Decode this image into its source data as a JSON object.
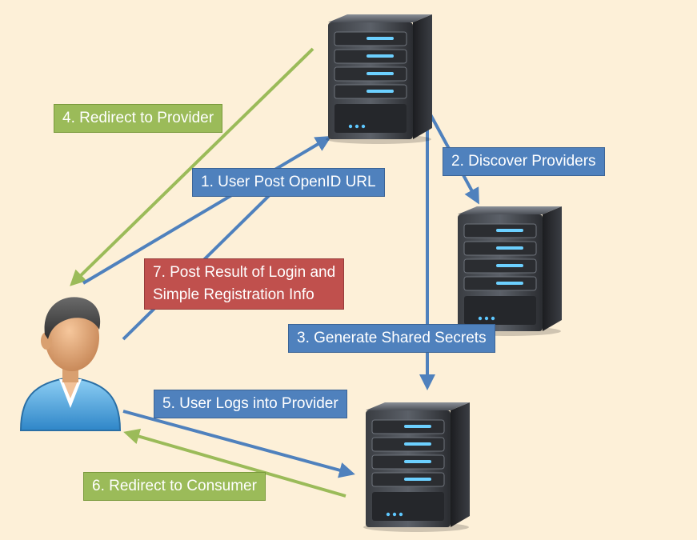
{
  "steps": {
    "step1": "1. User Post OpenID URL",
    "step2": "2. Discover Providers",
    "step3": "3. Generate Shared Secrets",
    "step4": "4. Redirect to Provider",
    "step5": "5. User Logs into Provider",
    "step6": "6. Redirect to Consumer",
    "step7_line1": "7. Post Result of Login and",
    "step7_line2": "Simple Registration Info"
  },
  "colors": {
    "background": "#fdf0d8",
    "blue_box": "#4f81bd",
    "green_box": "#9bbb59",
    "red_box": "#c0504d",
    "blue_arrow": "#4f81bd",
    "green_arrow": "#9bbb59"
  },
  "icons": {
    "user": "user-person-icon",
    "server": "server-tower-icon"
  }
}
